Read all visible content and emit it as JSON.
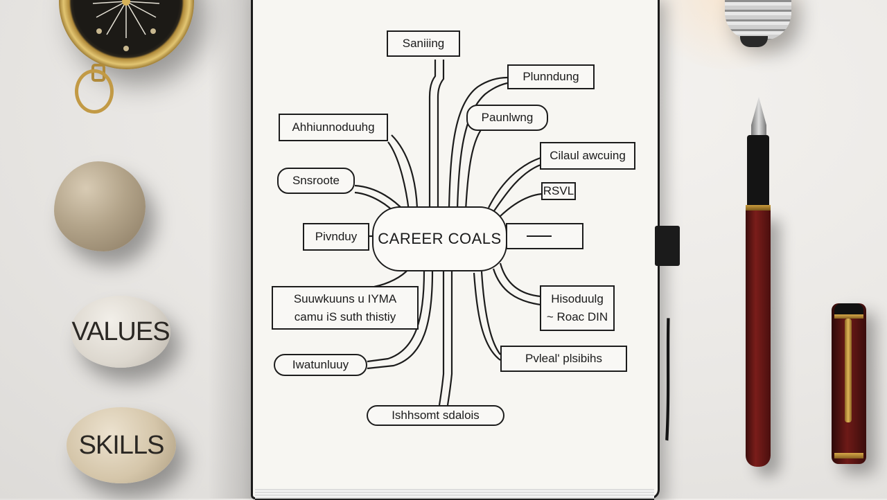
{
  "stones": {
    "values_label": "VALUES",
    "skills_label": "SKILLS"
  },
  "mindmap": {
    "center": "CAREER COALS",
    "nodes": [
      {
        "id": "top",
        "text": "Saniiing"
      },
      {
        "id": "right-1",
        "text": "Plunndung"
      },
      {
        "id": "right-2",
        "text": "Paunlwng"
      },
      {
        "id": "right-3",
        "text": "Cilaul awcuing"
      },
      {
        "id": "right-4",
        "text": "RSVL"
      },
      {
        "id": "right-5-line1",
        "text": "Hisoduulg"
      },
      {
        "id": "right-5-line2",
        "text": "~ Roac DIN"
      },
      {
        "id": "right-6",
        "text": "Pvleal' plsibihs"
      },
      {
        "id": "left-1",
        "text": "Ahhiunnoduuhg"
      },
      {
        "id": "left-2",
        "text": "Snsroote"
      },
      {
        "id": "left-3",
        "text": "Pivnduy"
      },
      {
        "id": "left-4-line1",
        "text": "Suuwkuuns u IYMA"
      },
      {
        "id": "left-4-line2",
        "text": "camu iS suth thistiy"
      },
      {
        "id": "left-5",
        "text": "Iwatunluuy"
      },
      {
        "id": "bottom",
        "text": "Ishhsomt sdalois"
      }
    ]
  }
}
